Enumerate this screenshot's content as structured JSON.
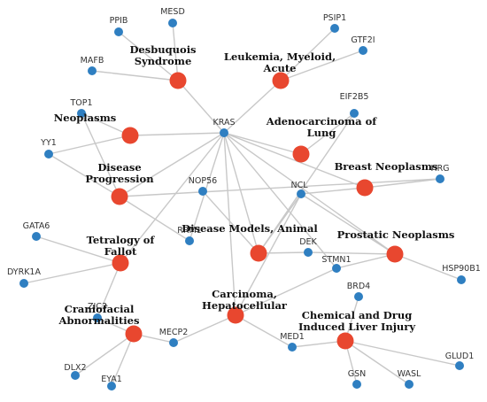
{
  "colors": {
    "gene_node": "#2f7fc1",
    "disease_node": "#e8472f",
    "edge": "#c8c8c8",
    "background": "#ffffff"
  },
  "diagram": {
    "genes": [
      {
        "id": "kras",
        "label": "KRAS"
      },
      {
        "id": "ppib",
        "label": "PPIB"
      },
      {
        "id": "mesd",
        "label": "MESD"
      },
      {
        "id": "psip1",
        "label": "PSIP1"
      },
      {
        "id": "gtf2i",
        "label": "GTF2I"
      },
      {
        "id": "mafb",
        "label": "MAFB"
      },
      {
        "id": "eif2b5",
        "label": "EIF2B5"
      },
      {
        "id": "top1",
        "label": "TOP1"
      },
      {
        "id": "yy1",
        "label": "YY1"
      },
      {
        "id": "hrg",
        "label": "HRG"
      },
      {
        "id": "nop56",
        "label": "NOP56"
      },
      {
        "id": "ncl",
        "label": "NCL"
      },
      {
        "id": "gata6",
        "label": "GATA6"
      },
      {
        "id": "dek",
        "label": "DEK"
      },
      {
        "id": "rrm1",
        "label": "RRM1"
      },
      {
        "id": "stmn1",
        "label": "STMN1"
      },
      {
        "id": "dyrk1a",
        "label": "DYRK1A"
      },
      {
        "id": "hsp90b1",
        "label": "HSP90B1"
      },
      {
        "id": "brd4",
        "label": "BRD4"
      },
      {
        "id": "zic3",
        "label": "ZIC3"
      },
      {
        "id": "mecp2",
        "label": "MECP2"
      },
      {
        "id": "med1",
        "label": "MED1"
      },
      {
        "id": "glud1",
        "label": "GLUD1"
      },
      {
        "id": "dlx2",
        "label": "DLX2"
      },
      {
        "id": "eya1",
        "label": "EYA1"
      },
      {
        "id": "gsn",
        "label": "GSN"
      },
      {
        "id": "wasl",
        "label": "WASL"
      }
    ],
    "diseases": [
      {
        "id": "desbuquois",
        "lines": [
          "Desbuquois",
          "Syndrome"
        ]
      },
      {
        "id": "leukemia",
        "lines": [
          "Leukemia, Myeloid,",
          "Acute"
        ]
      },
      {
        "id": "neoplasms",
        "lines": [
          "Neoplasms"
        ]
      },
      {
        "id": "adenocarcinoma",
        "lines": [
          "Adenocarcinoma of",
          "Lung"
        ]
      },
      {
        "id": "progression",
        "lines": [
          "Disease",
          "Progression"
        ]
      },
      {
        "id": "breast",
        "lines": [
          "Breast Neoplasms"
        ]
      },
      {
        "id": "models",
        "lines": [
          "Disease Models, Animal"
        ]
      },
      {
        "id": "tetralogy",
        "lines": [
          "Tetralogy of",
          "Fallot"
        ]
      },
      {
        "id": "prostatic",
        "lines": [
          "Prostatic Neoplasms"
        ]
      },
      {
        "id": "carcinoma",
        "lines": [
          "Carcinoma,",
          "Hepatocellular"
        ]
      },
      {
        "id": "craniofacial",
        "lines": [
          "Craniofacial",
          "Abnormalities"
        ]
      },
      {
        "id": "liver",
        "lines": [
          "Chemical and Drug",
          "Induced Liver Injury"
        ]
      }
    ],
    "edges": [
      [
        "ppib",
        "desbuquois"
      ],
      [
        "mesd",
        "desbuquois"
      ],
      [
        "mafb",
        "desbuquois"
      ],
      [
        "kras",
        "desbuquois"
      ],
      [
        "psip1",
        "leukemia"
      ],
      [
        "gtf2i",
        "leukemia"
      ],
      [
        "kras",
        "leukemia"
      ],
      [
        "top1",
        "neoplasms"
      ],
      [
        "yy1",
        "neoplasms"
      ],
      [
        "kras",
        "neoplasms"
      ],
      [
        "top1",
        "progression"
      ],
      [
        "yy1",
        "progression"
      ],
      [
        "kras",
        "progression"
      ],
      [
        "hrg",
        "progression"
      ],
      [
        "kras",
        "adenocarcinoma"
      ],
      [
        "eif2b5",
        "adenocarcinoma"
      ],
      [
        "kras",
        "breast"
      ],
      [
        "hrg",
        "breast"
      ],
      [
        "ncl",
        "breast"
      ],
      [
        "kras",
        "models"
      ],
      [
        "nop56",
        "models"
      ],
      [
        "ncl",
        "models"
      ],
      [
        "dek",
        "models"
      ],
      [
        "kras",
        "rrm1"
      ],
      [
        "kras",
        "carcinoma"
      ],
      [
        "kras",
        "prostatic"
      ],
      [
        "kras",
        "stmn1"
      ],
      [
        "kras",
        "tetralogy"
      ],
      [
        "progression",
        "rrm1"
      ],
      [
        "gata6",
        "tetralogy"
      ],
      [
        "dyrk1a",
        "tetralogy"
      ],
      [
        "zic3",
        "tetralogy"
      ],
      [
        "zic3",
        "craniofacial"
      ],
      [
        "dlx2",
        "craniofacial"
      ],
      [
        "eya1",
        "craniofacial"
      ],
      [
        "mecp2",
        "craniofacial"
      ],
      [
        "mecp2",
        "carcinoma"
      ],
      [
        "med1",
        "carcinoma"
      ],
      [
        "stmn1",
        "carcinoma"
      ],
      [
        "ncl",
        "carcinoma"
      ],
      [
        "dek",
        "prostatic"
      ],
      [
        "stmn1",
        "prostatic"
      ],
      [
        "hsp90b1",
        "prostatic"
      ],
      [
        "ncl",
        "prostatic"
      ],
      [
        "eif2b5",
        "models"
      ],
      [
        "brd4",
        "liver"
      ],
      [
        "med1",
        "liver"
      ],
      [
        "glud1",
        "liver"
      ],
      [
        "gsn",
        "liver"
      ],
      [
        "wasl",
        "liver"
      ]
    ]
  }
}
